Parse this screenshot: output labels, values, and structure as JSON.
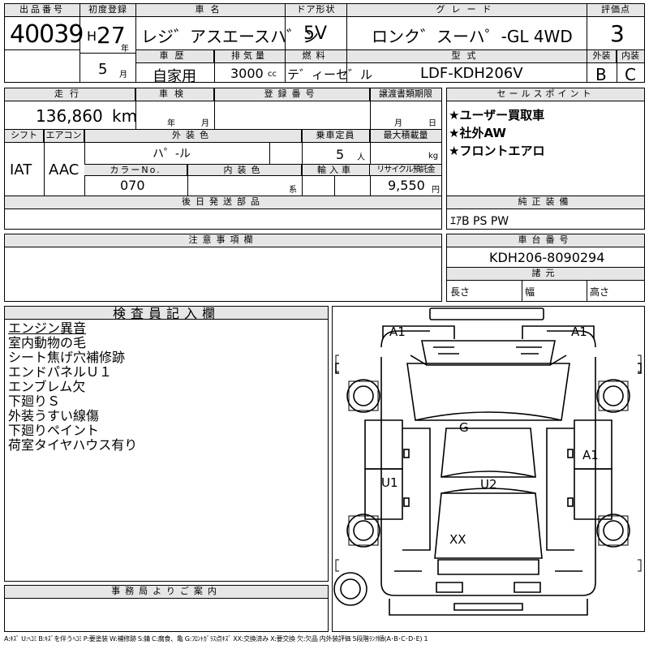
{
  "top": {
    "lot_label": "出品番号",
    "lot": "40039",
    "first_reg_label": "初度登録",
    "era": "H",
    "year": "27",
    "year_unit": "年",
    "month": "5",
    "month_unit": "月",
    "car_name_label": "車名",
    "car_name": "レジ゛アスエースハ゛ン",
    "history_label": "車歴",
    "history": "自家用",
    "doors_label": "ドア形状",
    "doors": "5V",
    "displacement_label": "排気量",
    "displacement": "3000",
    "displacement_unit": "cc",
    "grade_label": "グレード",
    "grade": "ロンク゛スーハ゜-GL 4WD",
    "fuel_label": "燃料",
    "fuel": "テ゛ィーセ゛ル",
    "model_label": "型式",
    "model": "LDF-KDH206V",
    "score_label": "評価点",
    "score": "3",
    "exterior_label": "外装",
    "exterior": "B",
    "interior_label": "内装",
    "interior": "C"
  },
  "mid": {
    "mileage_label": "走行",
    "mileage": "136,860",
    "mileage_unit": "km",
    "inspection_label": "車検",
    "insp_year_unit": "年",
    "insp_month_unit": "月",
    "reg_no_label": "登録番号",
    "transfer_label": "譲渡書類期限",
    "transfer_month_unit": "月",
    "transfer_day_unit": "日",
    "shift_label": "シフト",
    "shift": "IAT",
    "ac_label": "エアコン",
    "ac": "AAC",
    "ext_color_label": "外装色",
    "ext_color": "ハ゜-ル",
    "capacity_label": "乗車定員",
    "capacity": "5",
    "capacity_unit": "人",
    "max_load_label": "最大積載量",
    "max_load_unit": "kg",
    "color_no_label": "カラーNo.",
    "color_no": "070",
    "int_color_label": "内装色",
    "int_color_unit": "系",
    "import_label": "輸入車",
    "recycle_label": "リサイクル預託金",
    "recycle": "9,550",
    "recycle_unit": "円",
    "later_parts_label": "後日発送部品",
    "notes_label": "注意事項欄"
  },
  "sales": {
    "label": "セールスポイント",
    "points": [
      "★ユーザー買取車",
      "★社外AW",
      "★フロントエアロ"
    ]
  },
  "equipment": {
    "label": "純正装備",
    "value": "ｴｱB PS PW"
  },
  "chassis": {
    "label": "車台番号",
    "value": "KDH206-8090294",
    "dims_label": "諸元",
    "length_label": "長さ",
    "width_label": "幅",
    "height_label": "高さ"
  },
  "inspector": {
    "label": "検査員記入欄",
    "lines": [
      "エンジン異音",
      "室内動物の毛",
      "シート焦げ穴補修跡",
      "エンドパネルＵ１",
      "エンブレム欠",
      "下廻りＳ",
      "外装うすい線傷",
      "下廻りペイント",
      "荷室タイヤハウス有り"
    ]
  },
  "diagram": {
    "marks": [
      "A1",
      "A1",
      "G",
      "A1",
      "U1",
      "U2",
      "XX"
    ]
  },
  "office": {
    "label": "事務局よりご案内"
  },
  "legend": "A:ｷｽﾞ U:ﾍｺﾐ B:ｷｽﾞを伴うﾍｺﾐ P:要塗装 W:補修跡 S:錆 C:腐食、亀 G:ﾌﾛﾝﾄｶﾞﾗｽ点ｷｽﾞ XX:交換済み X:要交換 欠:欠品 内外装評価 5段階ﾗﾝｸ順(A･B･C･D･E) 1"
}
